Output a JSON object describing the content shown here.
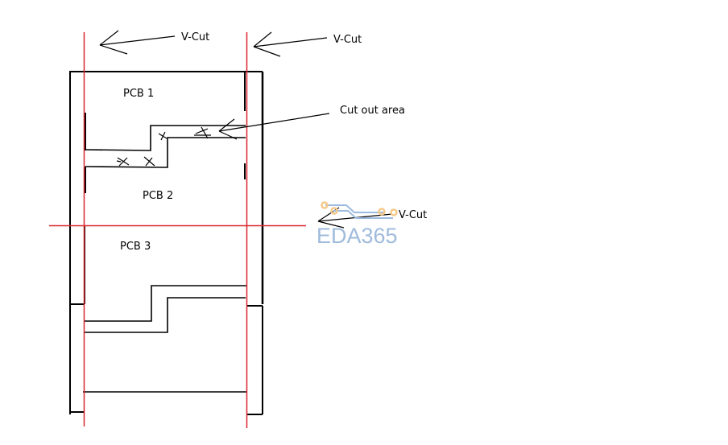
{
  "diagram": {
    "type": "pcb-panel-vcut-sketch",
    "labels": {
      "vcut_left": "V-Cut",
      "vcut_right": "V-Cut",
      "vcut_middle": "V-Cut",
      "cutout": "Cut out area",
      "pcb1": "PCB 1",
      "pcb2": "PCB 2",
      "pcb3": "PCB 3"
    },
    "watermark": "EDA365",
    "colors": {
      "vcut_line": "#d9262c",
      "outline": "#000000",
      "watermark_text": "#8fb0d6",
      "watermark_dots": "#f5c98a"
    }
  }
}
